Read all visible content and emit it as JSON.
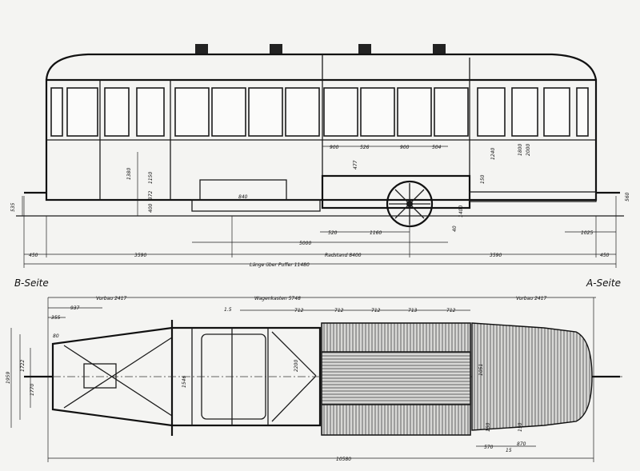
{
  "labels": {
    "b_side": "B-Seite",
    "a_side": "A-Seite"
  },
  "side_view": {
    "seat_dims": [
      "900",
      "526",
      "900",
      "504"
    ],
    "heights": [
      "1380",
      "1150",
      "372",
      "400",
      "535",
      "840",
      "477",
      "1240",
      "1800",
      "2000",
      "150",
      "1400",
      "40",
      "560"
    ],
    "row1": [
      "520",
      "1160",
      "1025"
    ],
    "bogie": "5000",
    "row2": [
      "450",
      "3590",
      "Radstand 8400",
      "3590",
      "450"
    ],
    "overall": "Länge über Puffer 11480"
  },
  "plan_view": {
    "top": [
      "Vorbau 2417",
      "Wagenkasten 5748",
      "Vorbau 2417"
    ],
    "top2": [
      "937",
      "355",
      "712",
      "712",
      "712",
      "713",
      "712"
    ],
    "left": [
      "80",
      "1722",
      "1959",
      "1770"
    ],
    "mid": [
      "1546",
      "2200",
      "1051",
      "1.5"
    ],
    "bottom_small": [
      "150",
      "150",
      "570",
      "15",
      "870"
    ],
    "overall": "10580"
  }
}
